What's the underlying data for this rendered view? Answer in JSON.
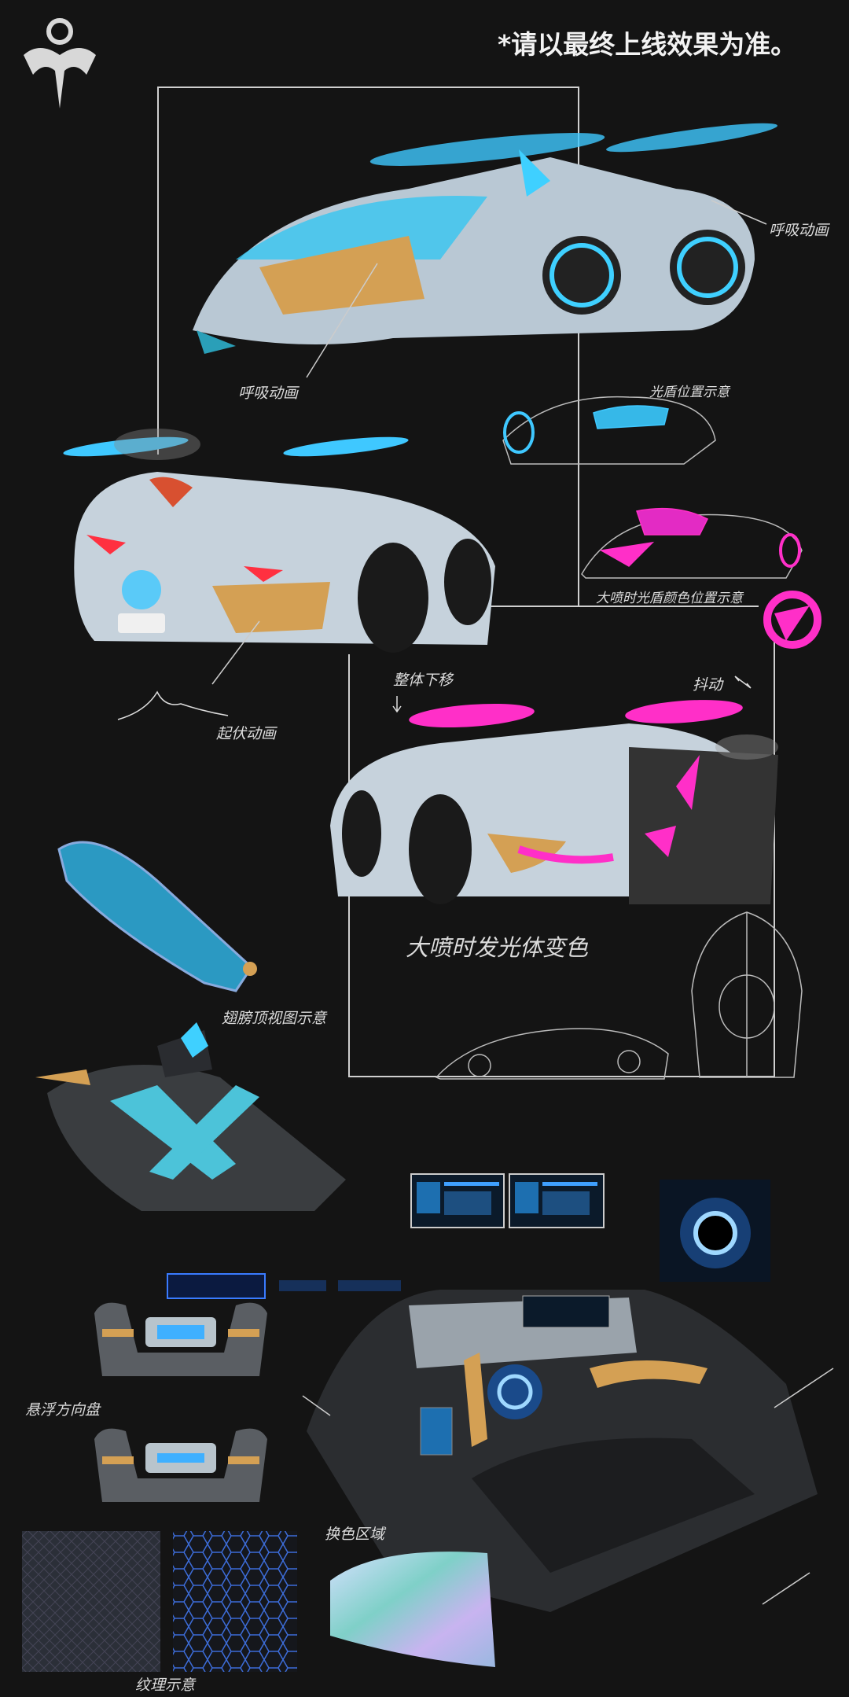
{
  "notice": "*请以最终上线效果为准。",
  "labels": {
    "breathing_right": "呼吸动画",
    "breathing_left": "呼吸动画",
    "shield_position": "光盾位置示意",
    "boost_shield_color": "大喷时光盾颜色位置示意",
    "move_down": "整体下移",
    "shake": "抖动",
    "undulate": "起伏动画",
    "boost_glow_color": "大喷时发光体变色",
    "wing_top_view": "翅膀顶视图示意",
    "floating_wheel": "悬浮方向盘",
    "color_change_area": "换色区域",
    "texture": "纹理示意"
  },
  "colors": {
    "background": "#141414",
    "cyan": "#3fd0ff",
    "magenta": "#ff2fc8",
    "gold": "#d4a054",
    "silver": "#c9d2dc"
  }
}
